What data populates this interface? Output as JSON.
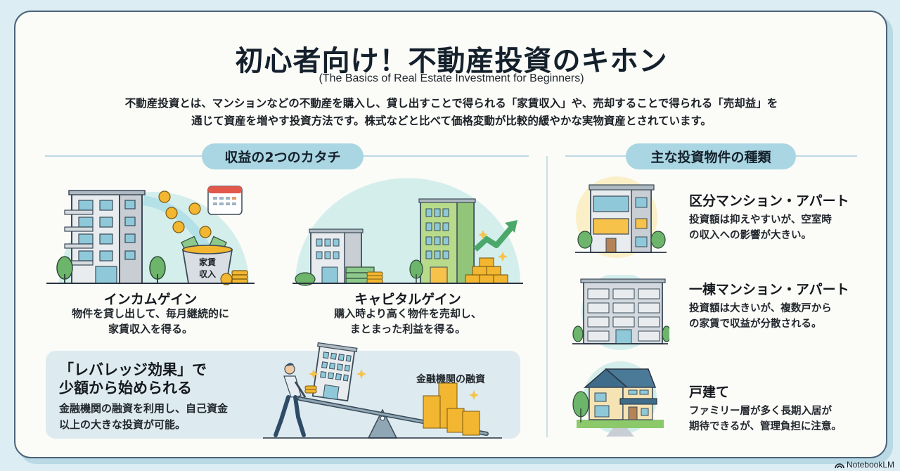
{
  "header": {
    "title": "初心者向け！不動産投資のキホン",
    "subtitle": "(The Basics of Real Estate Investment for Beginners)",
    "intro_line1": "不動産投資とは、マンションなどの不動産を購入し、貸し出すことで得られる「家賃収入」や、売却することで得られる「売却益」を",
    "intro_line2": "通じて資産を増やす投資方法です。株式などと比べて価格変動が比較的緩やかな実物資産とされています。"
  },
  "left_section": {
    "heading": "収益の2つのカタチ",
    "income_gain": {
      "title": "インカムゲイン",
      "desc_line1": "物件を貸し出して、毎月継続的に",
      "desc_line2": "家賃収入を得る。",
      "bucket_label_line1": "家賃",
      "bucket_label_line2": "収入",
      "icons": [
        "apartment-building-icon",
        "coins-icon",
        "calendar-icon",
        "money-bucket-icon",
        "tree-icon"
      ]
    },
    "capital_gain": {
      "title": "キャピタルゲイン",
      "desc_line1": "購入時より高く物件を売却し、",
      "desc_line2": "まとまった利益を得る。",
      "icons": [
        "office-building-icon",
        "cash-stack-icon",
        "green-building-icon",
        "upward-arrow-icon",
        "gold-bars-icon"
      ]
    },
    "leverage": {
      "title_line1": "「レバレッジ効果」で",
      "title_line2": "少額から始められる",
      "desc_line1": "金融機関の融資を利用し、自己資金",
      "desc_line2": "以上の大きな投資が可能。",
      "seesaw_label": "金融機関の融資",
      "icons": [
        "person-pushing-icon",
        "seesaw-icon",
        "tilted-building-icon",
        "coin-stacks-icon"
      ]
    }
  },
  "right_section": {
    "heading": "主な投資物件の種類",
    "types": [
      {
        "title": "区分マンション・アパート",
        "desc_line1": "投資額は抑えやすいが、空室時",
        "desc_line2": "の収入への影響が大きい。",
        "icon": "condo-unit-icon"
      },
      {
        "title": "一棟マンション・アパート",
        "desc_line1": "投資額は大きいが、複数戸から",
        "desc_line2": "の家賃で収益が分散される。",
        "icon": "apartment-block-icon"
      },
      {
        "title": "戸建て",
        "desc_line1": "ファミリー層が多く長期入居が",
        "desc_line2": "期待できるが、管理負担に注意。",
        "icon": "detached-house-icon"
      }
    ]
  },
  "footer": {
    "brand": "NotebookLM"
  },
  "colors": {
    "background": "#DCEDF3",
    "card": "#FBFBF8",
    "card_border": "#4A6478",
    "pill": "#A9D6E2",
    "leverage_box": "#DDEBF0",
    "gold": "#F2B630",
    "building_glass": "#8FC9D9",
    "tree_green": "#6DB56A"
  }
}
